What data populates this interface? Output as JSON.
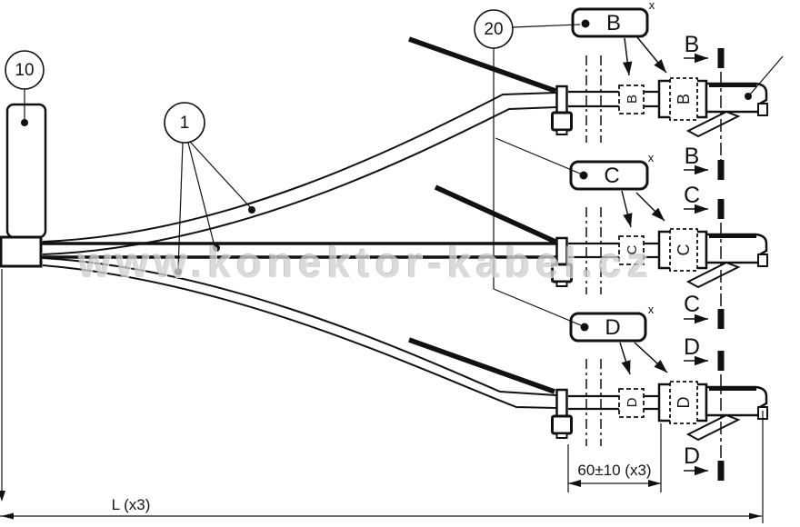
{
  "watermark": "www.konektor-kabel.cz",
  "callouts": {
    "label_sleeve": "10",
    "cable": "1",
    "marker_label": "20"
  },
  "branches": [
    {
      "letter": "B",
      "footnote": "x"
    },
    {
      "letter": "C",
      "footnote": "x"
    },
    {
      "letter": "D",
      "footnote": "x"
    }
  ],
  "dimensions": {
    "branch_length": "60±10 (x3)",
    "total_length": "L (x3)"
  }
}
